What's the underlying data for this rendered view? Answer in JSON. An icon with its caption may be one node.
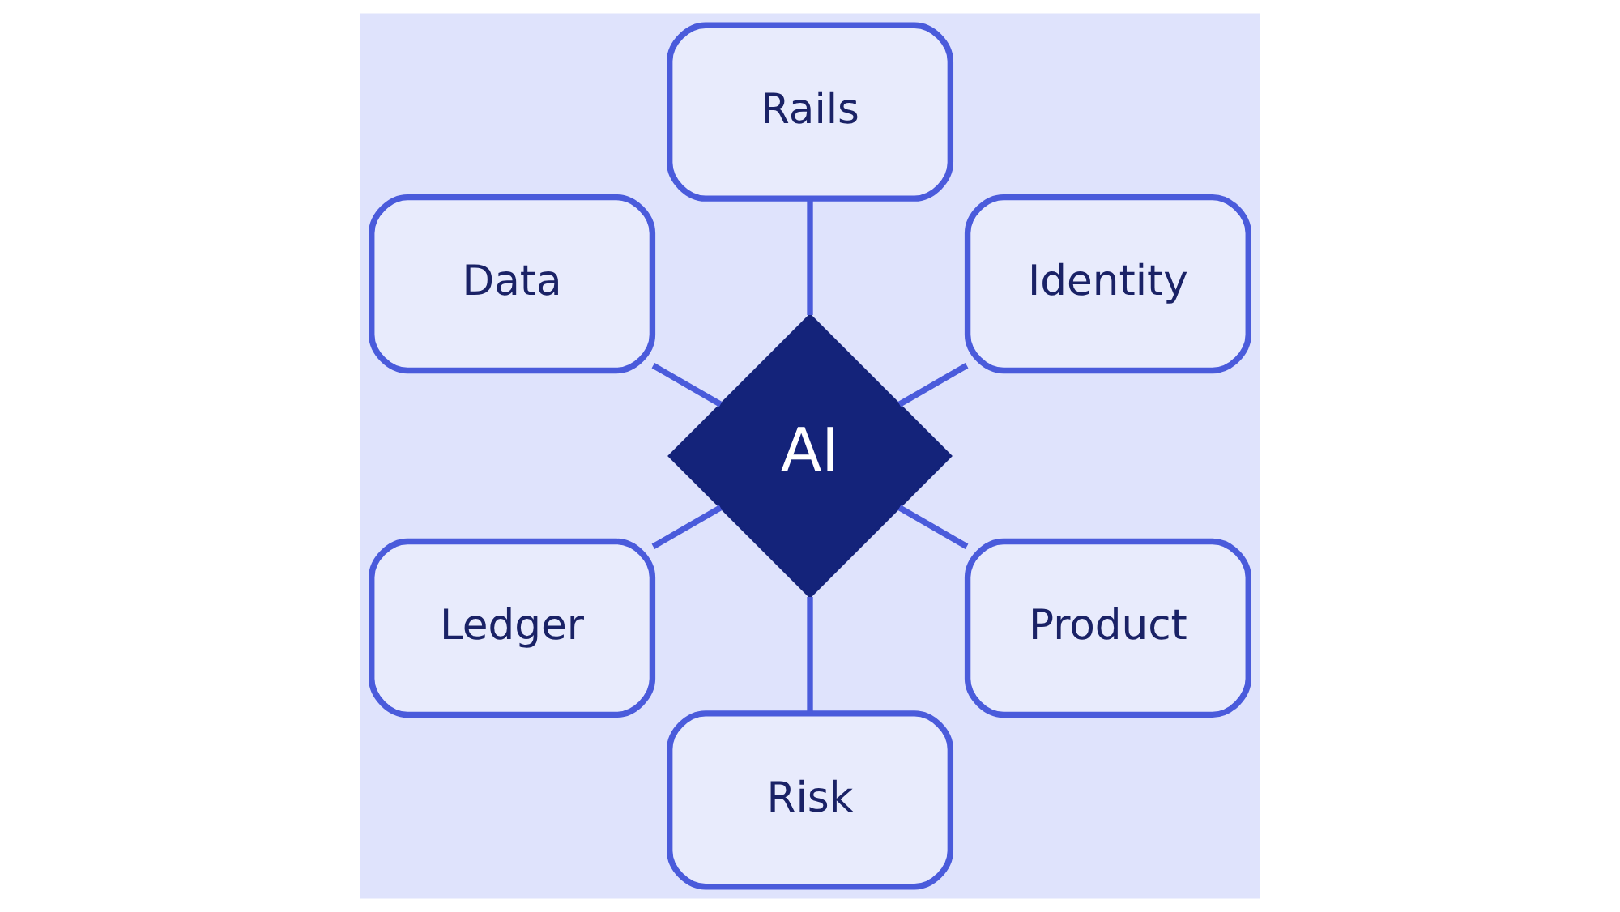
{
  "diagram": {
    "nodes": [
      {
        "text": [
          "Identity"
        ]
      },
      {
        "text": [
          "Rails"
        ]
      },
      {
        "text": [
          "Data"
        ]
      },
      {
        "text": [
          "AI"
        ]
      },
      {
        "text": [
          "Ledger"
        ]
      },
      {
        "text": [
          "Risk"
        ]
      },
      {
        "text": [
          "Product"
        ]
      }
    ],
    "edges": [
      {
        "from": 3,
        "to": 0,
        "arrow": "none"
      },
      {
        "from": 3,
        "to": 1,
        "arrow": "none"
      },
      {
        "from": 3,
        "to": 2,
        "arrow": "none"
      },
      {
        "from": 3,
        "to": 4,
        "arrow": "none"
      },
      {
        "from": 3,
        "to": 5,
        "arrow": "none"
      },
      {
        "from": 3,
        "to": 6,
        "arrow": "none"
      }
    ]
  }
}
